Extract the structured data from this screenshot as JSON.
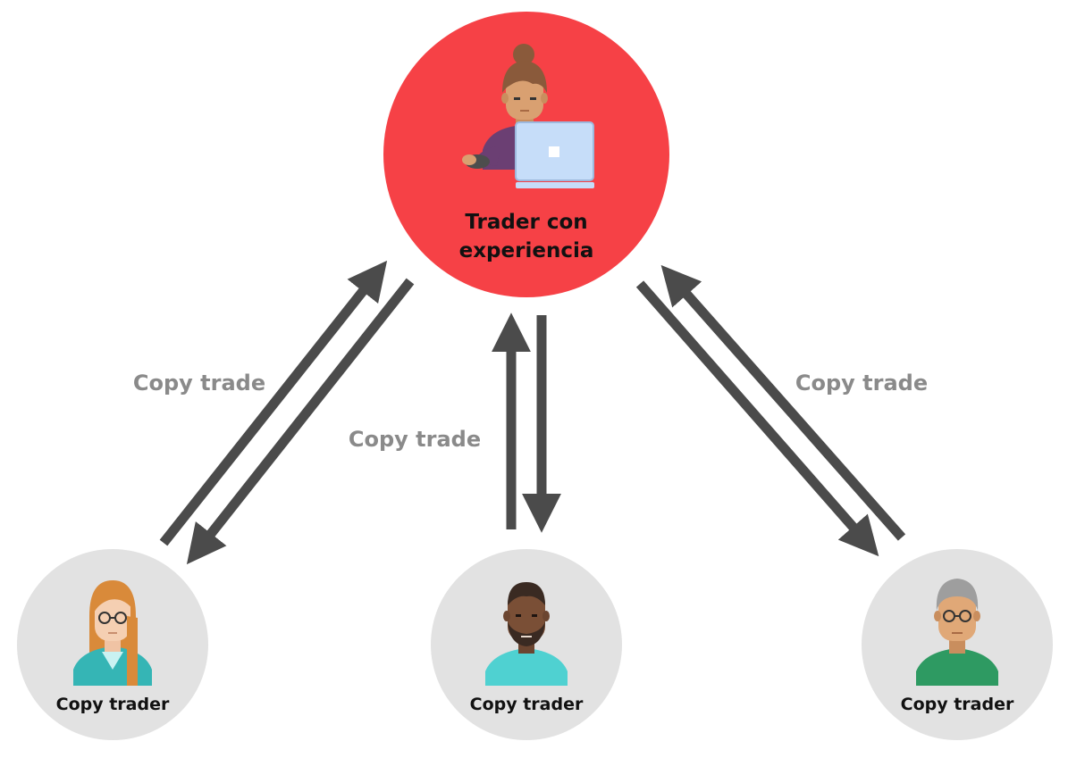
{
  "colors": {
    "hub_fill": "#f64146",
    "follower_fill": "#e2e2e2",
    "arrow": "#4b4b4b",
    "edge_label": "#8a8a8a",
    "node_label": "#111111"
  },
  "hub": {
    "label_line1": "Trader con",
    "label_line2": "experiencia",
    "icon": "trader-at-laptop-icon"
  },
  "followers": [
    {
      "label": "Copy trader",
      "icon": "woman-with-glasses-avatar-icon"
    },
    {
      "label": "Copy trader",
      "icon": "man-with-beard-avatar-icon"
    },
    {
      "label": "Copy trader",
      "icon": "older-man-with-glasses-avatar-icon"
    }
  ],
  "edges": [
    {
      "label": "Copy trade"
    },
    {
      "label": "Copy trade"
    },
    {
      "label": "Copy trade"
    }
  ]
}
